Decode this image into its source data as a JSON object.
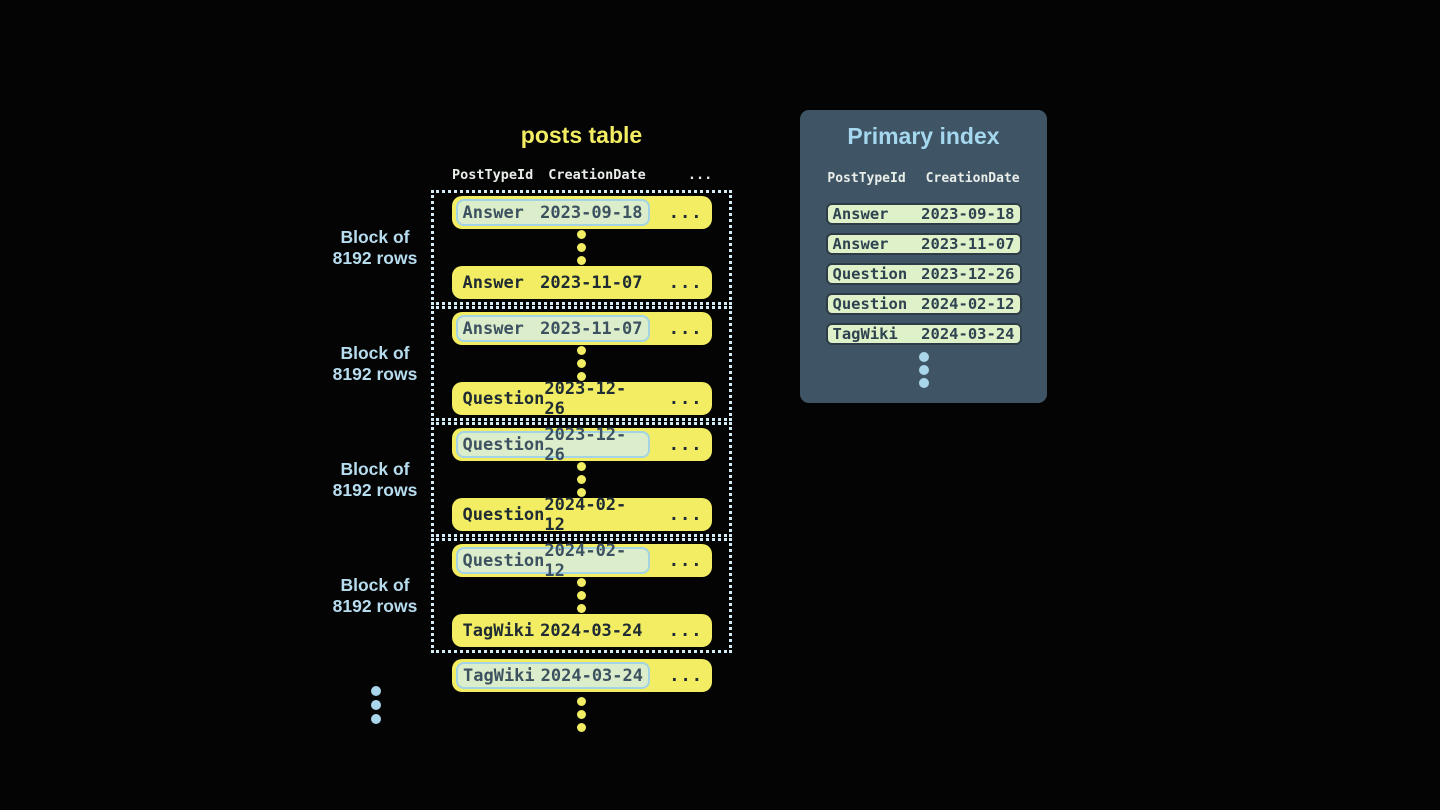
{
  "posts_table": {
    "title": "posts table",
    "headers": [
      "PostTypeId",
      "CreationDate",
      "..."
    ],
    "block_label": {
      "line1": "Block of",
      "line2": "8192 rows"
    },
    "row_more": "...",
    "blocks": [
      {
        "first": {
          "type": "Answer",
          "date": "2023-09-18"
        },
        "last": {
          "type": "Answer",
          "date": "2023-11-07"
        }
      },
      {
        "first": {
          "type": "Answer",
          "date": "2023-11-07"
        },
        "last": {
          "type": "Question",
          "date": "2023-12-26"
        }
      },
      {
        "first": {
          "type": "Question",
          "date": "2023-12-26"
        },
        "last": {
          "type": "Question",
          "date": "2024-02-12"
        }
      },
      {
        "first": {
          "type": "Question",
          "date": "2024-02-12"
        },
        "last": {
          "type": "TagWiki",
          "date": "2024-03-24"
        }
      }
    ],
    "trailing_row": {
      "type": "TagWiki",
      "date": "2024-03-24"
    }
  },
  "primary_index": {
    "title": "Primary index",
    "headers": [
      "PostTypeId",
      "CreationDate"
    ],
    "rows": [
      {
        "type": "Answer",
        "date": "2023-09-18"
      },
      {
        "type": "Answer",
        "date": "2023-11-07"
      },
      {
        "type": "Question",
        "date": "2023-12-26"
      },
      {
        "type": "Question",
        "date": "2024-02-12"
      },
      {
        "type": "TagWiki",
        "date": "2024-03-24"
      }
    ]
  },
  "colors": {
    "bg": "#040404",
    "yellow": "#f2ed62",
    "row_text_bold": "#202c34",
    "highlight_bg": "#dcedcb",
    "highlight_border": "#a2d4e6",
    "highlight_text": "#3d5261",
    "dotted_border": "#d3ecf5",
    "label_blue": "#b6dcee",
    "panel_bg": "#3f5565",
    "panel_title": "#a5d8ee",
    "pill_bg": "#def1c9",
    "pill_border": "#2d3c47",
    "pill_text": "#2f4250",
    "header_text": "#e9eee9",
    "blue_dot": "#a9d6ea"
  }
}
